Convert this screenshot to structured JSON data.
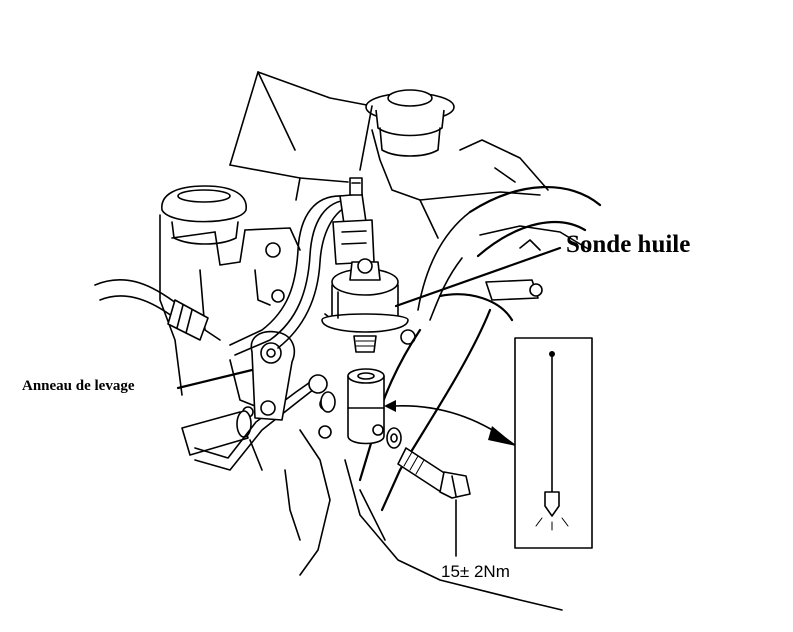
{
  "labels": {
    "sonde_huile": "Sonde huile",
    "anneau_de_levage": "Anneau de levage",
    "torque": "15± 2Nm"
  },
  "icons": {
    "inset": "oil-pressure-switch-symbol-icon"
  },
  "colors": {
    "ink": "#000000",
    "paper": "#ffffff"
  }
}
